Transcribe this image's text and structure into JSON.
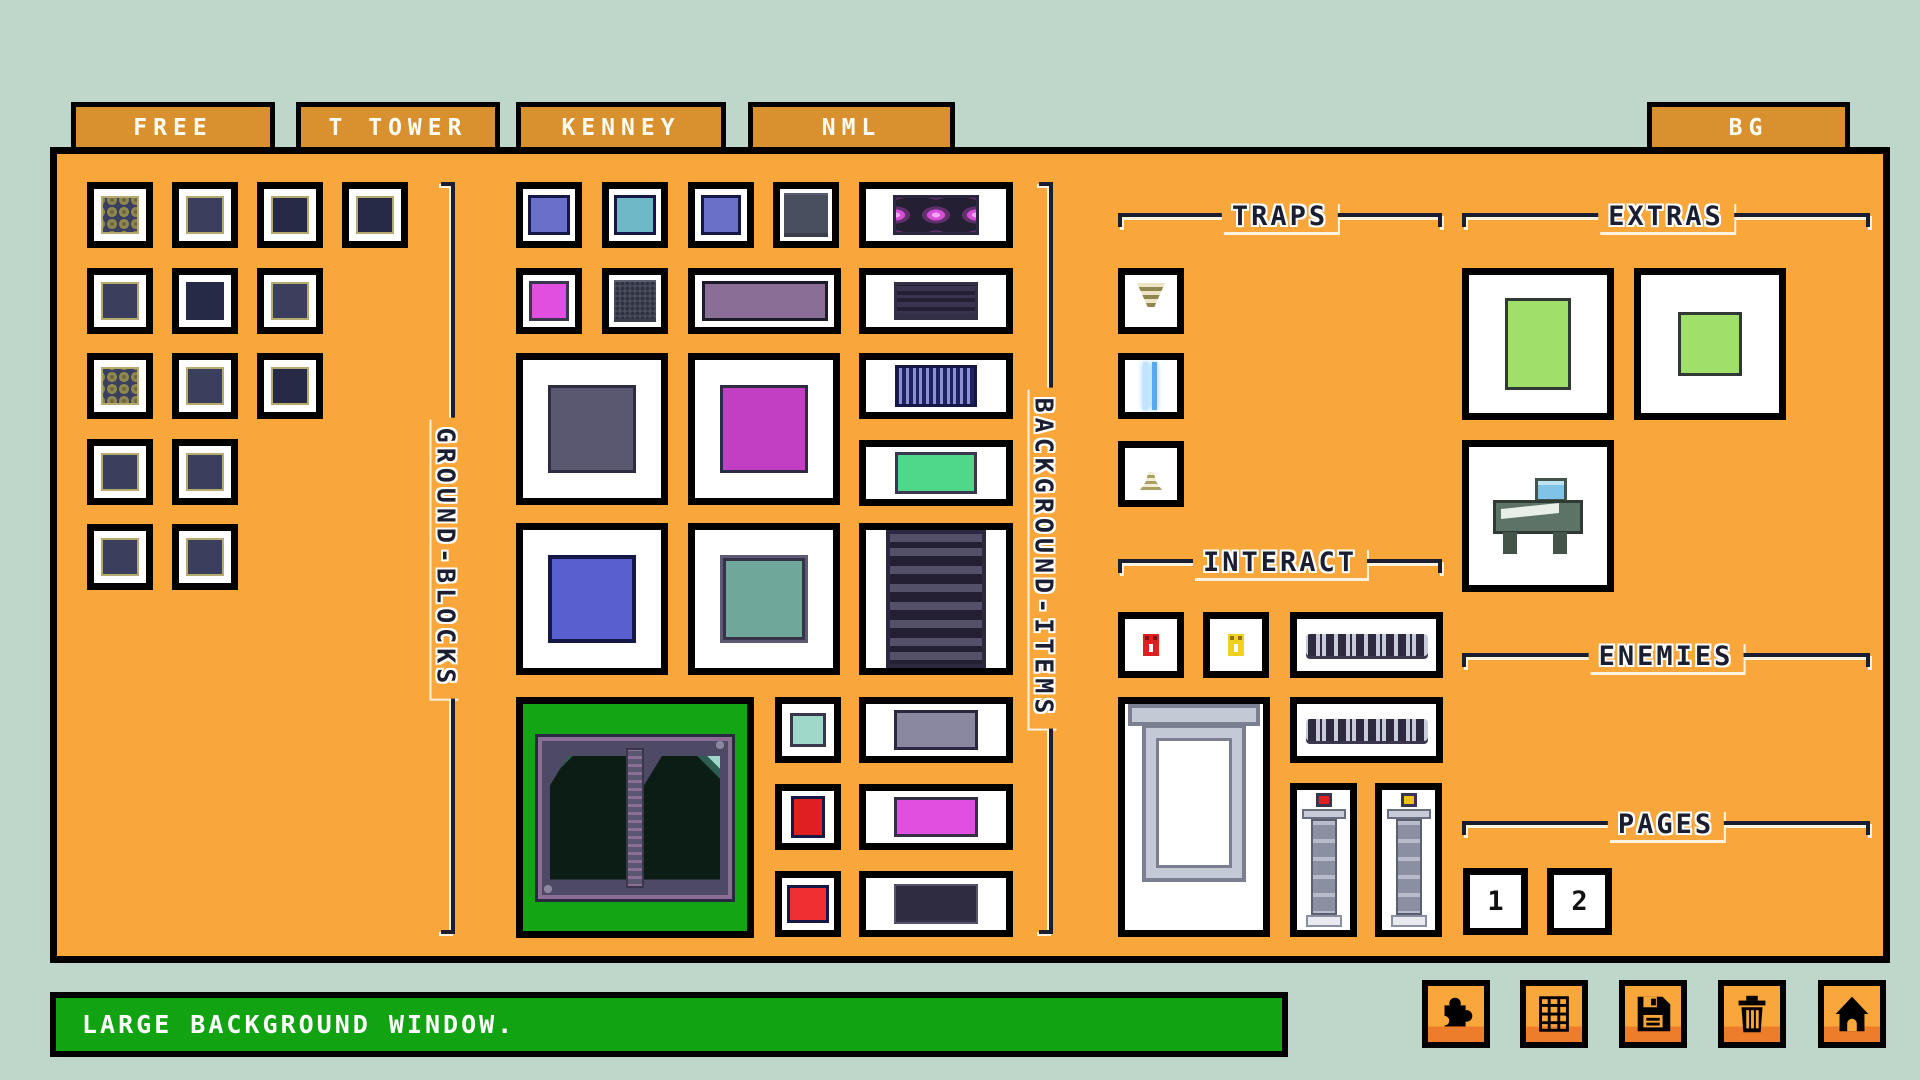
{
  "tabs": {
    "left": [
      {
        "label": "FREE"
      },
      {
        "label": "T TOWER"
      },
      {
        "label": "KENNEY"
      },
      {
        "label": "NML"
      }
    ],
    "right": [
      {
        "label": "BG"
      }
    ]
  },
  "sections": {
    "ground_blocks": "GROUND-BLOCKS",
    "background_items": "BACKGROUND-ITEMS",
    "traps": "TRAPS",
    "extras": "EXTRAS",
    "interact": "INTERACT",
    "enemies": "ENEMIES",
    "pages": "PAGES"
  },
  "pages_nav": {
    "buttons": [
      "1",
      "2"
    ]
  },
  "status_bar": {
    "text": "LARGE BACKGROUND WINDOW."
  },
  "toolbar": {
    "buttons": [
      "puzzle",
      "grid",
      "save",
      "trash",
      "home"
    ]
  },
  "selection": {
    "selected_tile": "large-background-window",
    "highlight_color": "#14A514"
  },
  "colors": {
    "background_mint": "#BED7CA",
    "panel_orange": "#F9A63B",
    "tab_orange": "#D9912F",
    "status_green": "#12A312",
    "highlight_green": "#14A514",
    "header_navy": "#1A1E30",
    "tile_border": "#000000"
  },
  "tiles": {
    "ground_blocks": [
      "ground-corner-top-left",
      "ground-edge-top",
      "ground-corner-top-right",
      "ground-block-small",
      "ground-edge-left",
      "ground-solid-dark-block",
      "ground-edge-right",
      "ground-corner-bottom-left",
      "ground-edge-bottom",
      "ground-corner-bottom-right",
      "ground-pipe-block-top-left",
      "ground-pipe-block-top-right",
      "ground-pipe-block-bottom-left",
      "ground-pipe-block-bottom-right"
    ],
    "background_items": [
      "blue-cabinet",
      "double-locker",
      "blue-shelf",
      "gray-block",
      "light-panel",
      "magenta-screen",
      "riveted-plate",
      "long-vent",
      "vent-console",
      "large-cabinet",
      "keypad-panel",
      "blue-display",
      "dark-display",
      "code-monitor",
      "dark-window",
      "server-rack",
      "large-background-window",
      "small-window",
      "signal-device",
      "indicator-device",
      "button-console",
      "control-panel",
      "blank-plate"
    ],
    "traps": [
      "ceiling-drill",
      "laser-beam",
      "floor-mine"
    ],
    "interact": [
      "red-switch",
      "yellow-switch",
      "hover-platform",
      "metal-door",
      "hover-platform-alt",
      "pillar-red-light",
      "pillar-yellow-light"
    ],
    "extras": [
      "terminal-machine",
      "dispenser-machine",
      "printer-machine"
    ],
    "enemies": []
  }
}
